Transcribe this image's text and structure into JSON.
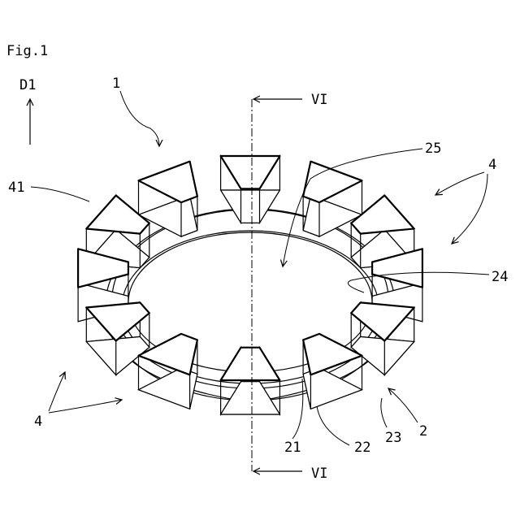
{
  "figure": {
    "title": "Fig.1",
    "direction_label": "D1",
    "section_label_top": "VI",
    "section_label_bottom": "VI",
    "labels": {
      "assembly": "1",
      "ring": "2",
      "segments_right": "4",
      "segments_left": "4",
      "top_face": "41",
      "inner_wall": "21",
      "lower_edge": "22",
      "outer_edge": "23",
      "inner_face": "24",
      "center_area": "25"
    }
  }
}
